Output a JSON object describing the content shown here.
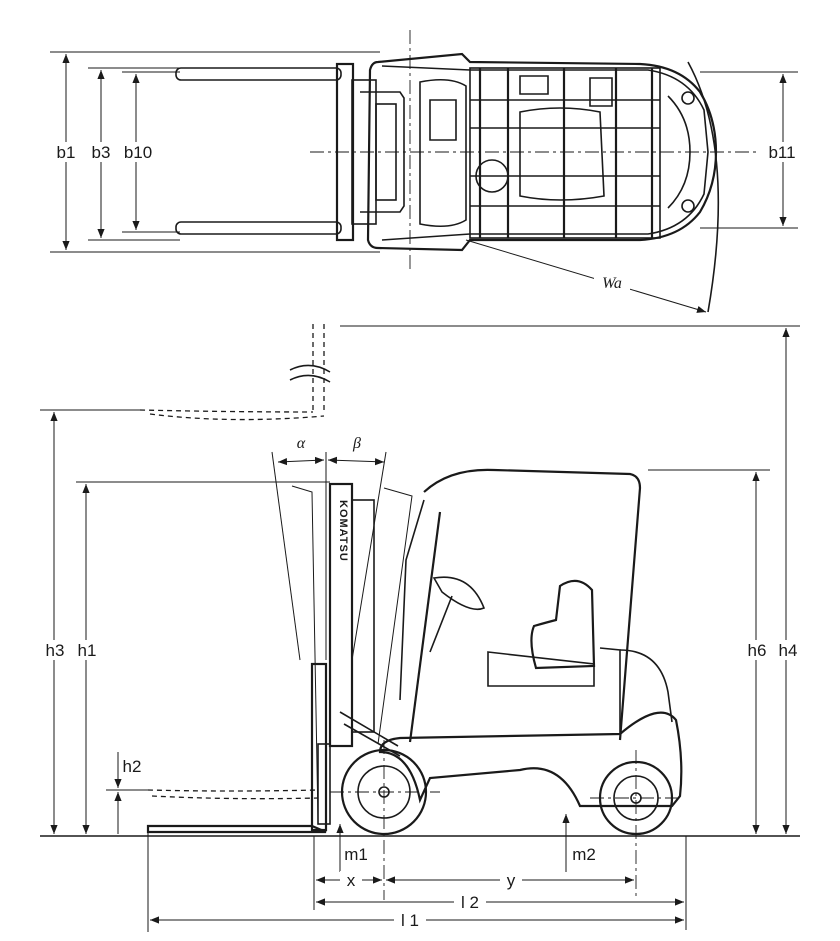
{
  "top_view": {
    "labels": {
      "b1": "b1",
      "b3": "b3",
      "b10": "b10",
      "b11": "b11",
      "wa": "Wa"
    }
  },
  "side_view": {
    "labels": {
      "h3": "h3",
      "h1": "h1",
      "h2": "h2",
      "h6": "h6",
      "h4": "h4",
      "alpha": "α",
      "beta": "β",
      "m1": "m1",
      "m2": "m2",
      "x": "x",
      "y": "y",
      "l2": "l 2",
      "l1": "l 1"
    },
    "mast_brand": "KOMATSU"
  }
}
